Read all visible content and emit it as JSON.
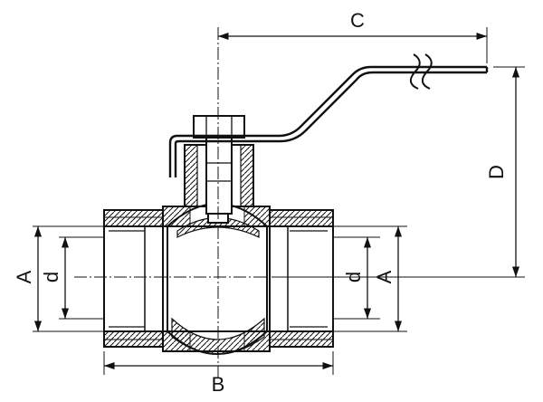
{
  "dimensions": {
    "C": "C",
    "D": "D",
    "A_left": "A",
    "d_left": "d",
    "d_right": "d",
    "A_right": "A",
    "B": "B"
  },
  "colors": {
    "line": "#111111",
    "background": "#ffffff"
  }
}
